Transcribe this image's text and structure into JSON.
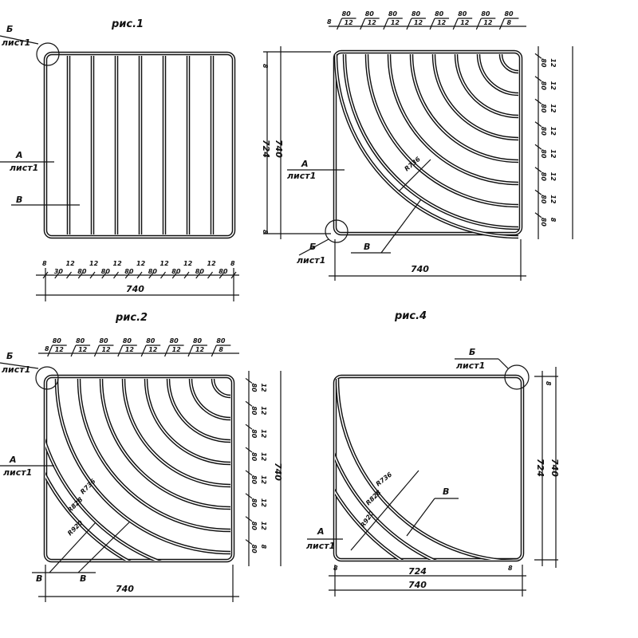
{
  "fig1": {
    "title": "рис.1",
    "callout_b": "Б",
    "callout_b_sheet": "лист1",
    "label_a": "А",
    "label_a_sheet": "лист1",
    "label_b": "В",
    "bottom_dims": [
      "8",
      "30",
      "12",
      "80",
      "12",
      "80",
      "12",
      "80",
      "12",
      "80",
      "12",
      "80",
      "12",
      "80",
      "12",
      "80",
      "8"
    ],
    "total": "740"
  },
  "fig3": {
    "top_start": "8",
    "top_dims": [
      [
        "80",
        "12"
      ],
      [
        "80",
        "12"
      ],
      [
        "80",
        "12"
      ],
      [
        "80",
        "12"
      ],
      [
        "80",
        "12"
      ],
      [
        "80",
        "12"
      ],
      [
        "80",
        "12"
      ],
      [
        "80",
        "8"
      ]
    ],
    "right_dims": [
      [
        "80",
        "12"
      ],
      [
        "80",
        "12"
      ],
      [
        "80",
        "12"
      ],
      [
        "80",
        "12"
      ],
      [
        "80",
        "12"
      ],
      [
        "80",
        "12"
      ],
      [
        "80",
        "12"
      ],
      [
        "80",
        "8"
      ]
    ],
    "left_top": "8",
    "left_inner": "724",
    "left_total": "740",
    "left_bottom": "8",
    "radius": "R736",
    "label_a": "А",
    "label_a_sheet": "лист1",
    "callout_b": "Б",
    "callout_b_sheet": "лист1",
    "label_b": "В",
    "total": "740"
  },
  "fig2": {
    "title": "рис.2",
    "callout_b": "Б",
    "callout_b_sheet": "лист1",
    "top_start": "8",
    "top_dims": [
      [
        "80",
        "12"
      ],
      [
        "80",
        "12"
      ],
      [
        "80",
        "12"
      ],
      [
        "80",
        "12"
      ],
      [
        "80",
        "12"
      ],
      [
        "80",
        "12"
      ],
      [
        "80",
        "12"
      ],
      [
        "80",
        "8"
      ]
    ],
    "right_dims": [
      [
        "80",
        "12"
      ],
      [
        "80",
        "12"
      ],
      [
        "80",
        "12"
      ],
      [
        "80",
        "12"
      ],
      [
        "80",
        "12"
      ],
      [
        "80",
        "12"
      ],
      [
        "80",
        "12"
      ],
      [
        "80",
        "8"
      ]
    ],
    "right_total": "740",
    "label_a": "А",
    "label_a_sheet": "лист1",
    "radii": [
      "R736",
      "R828",
      "R920"
    ],
    "label_b1": "В",
    "label_b2": "В",
    "total": "740"
  },
  "fig4": {
    "title": "рис.4",
    "callout_b": "Б",
    "callout_b_sheet": "лист1",
    "radii": [
      "R736",
      "R828",
      "R920"
    ],
    "label_b": "В",
    "label_a": "А",
    "label_a_sheet": "лист1",
    "right_top": "8",
    "right_inner": "724",
    "right_total": "740",
    "bottom_left": "8",
    "bottom_inner": "724",
    "bottom_right": "8",
    "bottom_total": "740"
  }
}
